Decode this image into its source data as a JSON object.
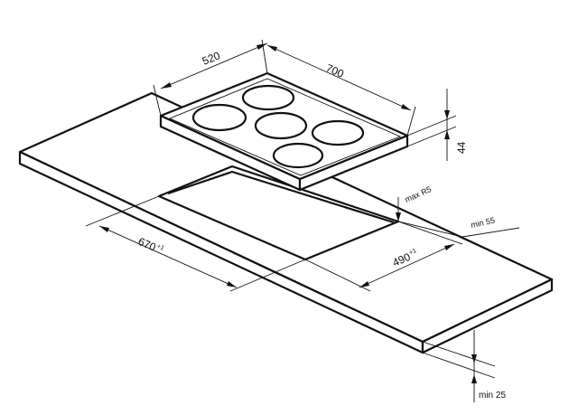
{
  "dimensions": {
    "hob_depth": "520",
    "hob_width": "700",
    "hob_height": "44",
    "cutout_width": "670",
    "cutout_width_tol": "+1",
    "cutout_depth": "490",
    "cutout_depth_tol": "+1",
    "corner_radius": "max R5",
    "edge_distance": "min 55",
    "countertop_thickness": "min 25"
  },
  "colors": {
    "line": "#111111",
    "background": "#ffffff"
  }
}
